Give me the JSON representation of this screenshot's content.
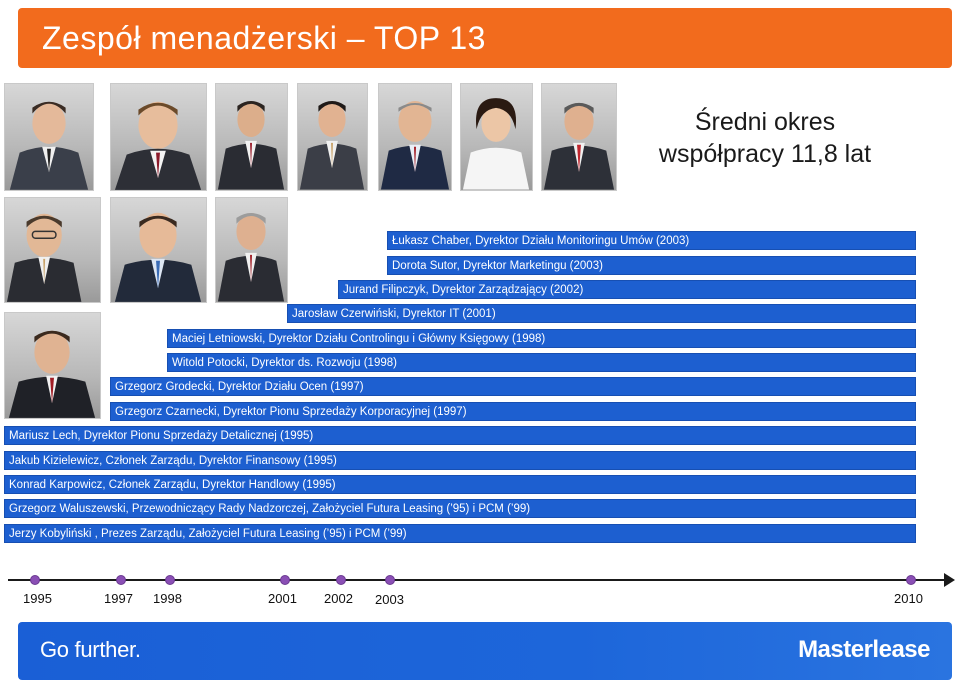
{
  "title": "Zespół menadżerski – TOP 13",
  "average_text_line1": "Średni okres",
  "average_text_line2": "współpracy 11,8 lat",
  "colors": {
    "title_bar": "#f26b1d",
    "bar": "#1d5fd0",
    "dot": "#8a4fb5"
  },
  "bars": [
    "Łukasz Chaber, Dyrektor Działu Monitoringu Umów (2003)",
    "Dorota Sutor, Dyrektor Marketingu (2003)",
    "Jurand Filipczyk, Dyrektor Zarządzający (2002)",
    "Jarosław Czerwiński, Dyrektor IT (2001)",
    "Maciej Letniowski, Dyrektor Działu Controlingu i Główny Księgowy (1998)",
    "Witold Potocki, Dyrektor ds. Rozwoju (1998)",
    "Grzegorz Grodecki, Dyrektor Działu Ocen (1997)",
    "Grzegorz Czarnecki, Dyrektor Pionu Sprzedaży Korporacyjnej (1997)",
    "Mariusz Lech, Dyrektor Pionu Sprzedaży Detalicznej (1995)",
    "Jakub Kizielewicz, Członek Zarządu, Dyrektor Finansowy (1995)",
    "Konrad Karpowicz, Członek Zarządu, Dyrektor  Handlowy (1995)",
    "Grzegorz Waluszewski, Przewodniczący Rady Nadzorczej, Założyciel Futura Leasing (’95) i PCM (’99)",
    "Jerzy Kobyliński , Prezes Zarządu, Założyciel Futura Leasing (’95) i PCM (’99)"
  ],
  "timeline_years": [
    "1995",
    "1997",
    "1998",
    "2001",
    "2002",
    "2003",
    "2010"
  ],
  "footer": {
    "slogan": "Go further.",
    "brand": "Masterlease"
  }
}
